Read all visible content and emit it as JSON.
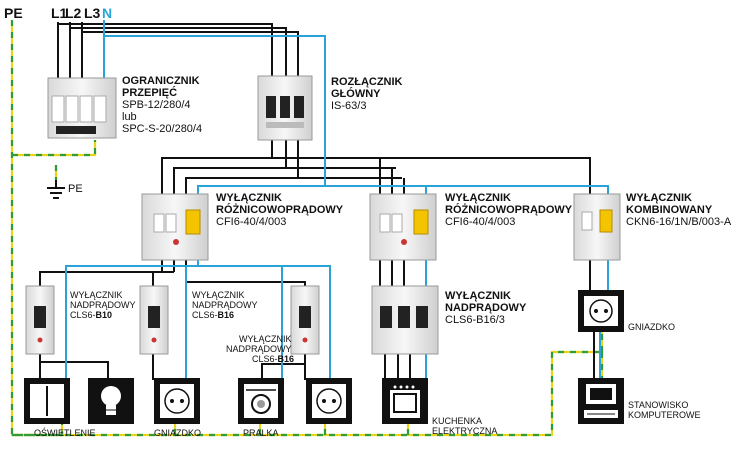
{
  "colors": {
    "phase": "#111111",
    "neutral": "#2aa4d8",
    "pe_yellow": "#e8d41a",
    "pe_green": "#2f9b3a"
  },
  "bus": {
    "pe": "PE",
    "l1": "L1",
    "l2": "L2",
    "l3": "L3",
    "n": "N"
  },
  "surge": {
    "title": "OGRANICZNIK\nPRZEPIĘĆ",
    "model": "SPB-12/280/4",
    "or": "lub",
    "alt": "SPC-S-20/280/4",
    "earth": "PE"
  },
  "main_switch": {
    "title": "ROZŁĄCZNIK\nGŁÓWNY",
    "model": "IS-63/3"
  },
  "rcd_left": {
    "title": "WYŁĄCZNIK\nRÓŻNICOWOPRĄDOWY",
    "model": "CFI6-40/4/003"
  },
  "rcd_mid": {
    "title": "WYŁĄCZNIK\nRÓŻNICOWOPRĄDOWY",
    "model": "CFI6-40/4/003"
  },
  "combined": {
    "title": "WYŁĄCZNIK\nKOMBINOWANY",
    "model": "CKN6-16/1N/B/003-A"
  },
  "mcb_1": {
    "title": "WYŁĄCZNIK\nNADPRĄDOWY",
    "model_prefix": "CLS6-",
    "rating": "B10"
  },
  "mcb_2": {
    "title": "WYŁĄCZNIK\nNADPRĄDOWY",
    "model_prefix": "CLS6-",
    "rating": "B16"
  },
  "mcb_3": {
    "title": "WYŁĄCZNIK\nNADPRĄDOWY",
    "model_prefix": "CLS6-",
    "rating": "B16"
  },
  "mcb_3p": {
    "title": "WYŁĄCZNIK\nNADPRĄDOWY",
    "model": "CLS6-B16/3"
  },
  "loads": {
    "lighting": "OŚWIETLENIE",
    "socket_1": "GNIAZDKO",
    "washer": "PRALKA",
    "stove": "KUCHENKA\nELEKTRYCZNA",
    "socket_2": "GNIAZDKO",
    "computer": "STANOWISKO\nKOMPUTEROWE"
  }
}
